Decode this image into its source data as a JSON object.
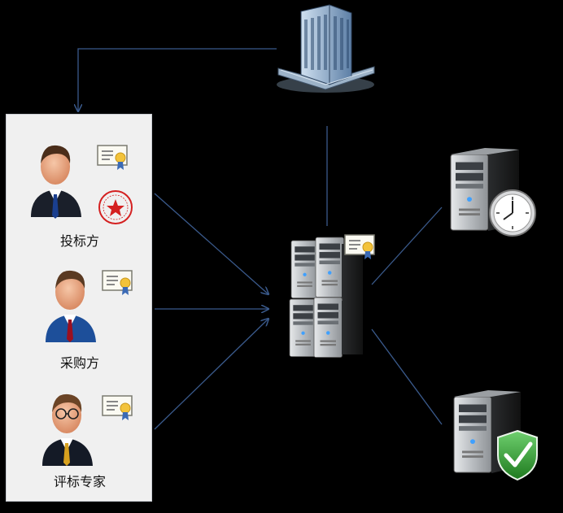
{
  "colors": {
    "background": "#000000",
    "panel": "#f0f0f0",
    "connector": "#3a5a8c",
    "suit_bidder": "#1a1f2a",
    "suit_purchaser": "#1d4f9a",
    "suit_expert": "#141a26",
    "tie_bidder": "#1a3f8f",
    "tie_purchaser": "#9a1020",
    "tie_expert": "#d8a11e",
    "seal": "#d42020",
    "shield": "#2e8b2e"
  },
  "participants": [
    {
      "id": "bidder",
      "label": "投标方",
      "icon": "businessman-icon",
      "has_seal": true
    },
    {
      "id": "purchaser",
      "label": "采购方",
      "icon": "businessman-icon",
      "has_seal": false
    },
    {
      "id": "expert",
      "label": "评标专家",
      "icon": "businessman-with-glasses-icon",
      "has_seal": false
    }
  ],
  "nodes": {
    "organization": {
      "icon": "office-building-icon"
    },
    "central_servers": {
      "icon": "server-cluster-icon",
      "badge": "certificate-icon"
    },
    "timestamp_server": {
      "icon": "server-icon",
      "badge": "clock-icon"
    },
    "security_server": {
      "icon": "server-icon",
      "badge": "shield-check-icon"
    }
  }
}
